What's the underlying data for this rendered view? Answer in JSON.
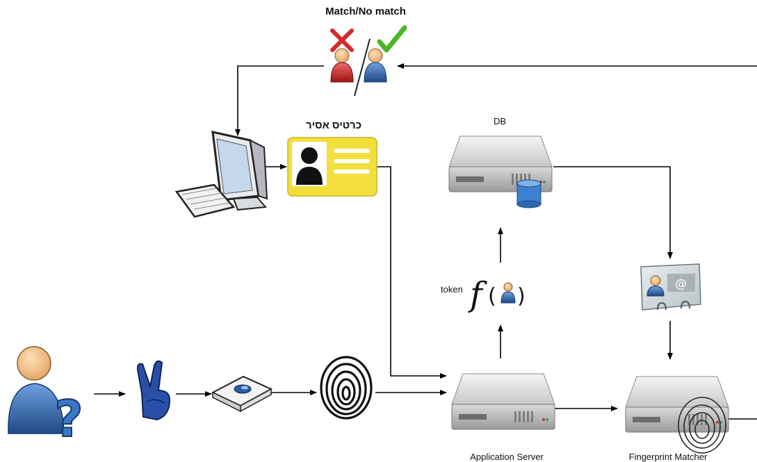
{
  "labels": {
    "match_title": "Match/No match",
    "id_card": "כרטיס אסיר",
    "db": "DB",
    "token": "token",
    "app_server": "Application Server",
    "fp_matcher": "Fingerprint Matcher"
  },
  "icons": {
    "match_result": "match-no-match-icon",
    "workstation": "computer-workstation-icon",
    "id_card": "prisoner-id-card-icon",
    "db_server": "database-server-icon",
    "token_function": "token-function-icon",
    "template_card": "template-card-icon",
    "unknown_user": "unknown-user-icon",
    "finger": "victory-hand-icon",
    "scanner": "fingerprint-scanner-icon",
    "fingerprint": "fingerprint-icon",
    "app_server": "application-server-icon",
    "matcher_server": "fingerprint-matcher-server-icon"
  },
  "colors": {
    "card_yellow": "#f2df3b",
    "user_blue": "#2f5f9c",
    "user_red": "#c92424",
    "check_green": "#5bbf2a",
    "server_grey": "#bfbfbf",
    "arrow": "#000000"
  }
}
